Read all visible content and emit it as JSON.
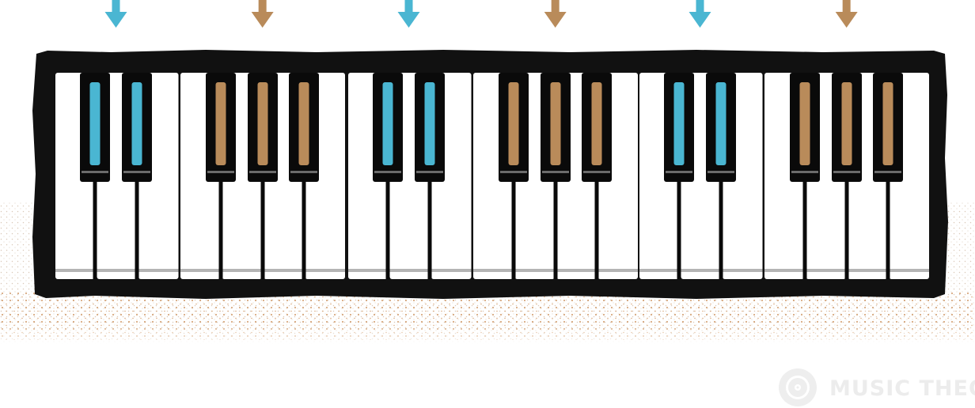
{
  "colors": {
    "background": "#ffffff",
    "keyboard_frame": "#111111",
    "white_key": "#ffffff",
    "white_key_shadow": "#b4b4b4",
    "black_key": "#0a0a0a",
    "accent_blue": "#4ab6d2",
    "accent_brown": "#b98b5a",
    "speckle": "#c8884e"
  },
  "keyboard": {
    "white_key_count": 21,
    "black_keys": [
      {
        "group": 1,
        "color": "blue"
      },
      {
        "group": 1,
        "color": "blue"
      },
      {
        "group": 2,
        "color": "brown"
      },
      {
        "group": 2,
        "color": "brown"
      },
      {
        "group": 2,
        "color": "brown"
      },
      {
        "group": 3,
        "color": "blue"
      },
      {
        "group": 3,
        "color": "blue"
      },
      {
        "group": 4,
        "color": "brown"
      },
      {
        "group": 4,
        "color": "brown"
      },
      {
        "group": 4,
        "color": "brown"
      },
      {
        "group": 5,
        "color": "blue"
      },
      {
        "group": 5,
        "color": "blue"
      },
      {
        "group": 6,
        "color": "brown"
      },
      {
        "group": 6,
        "color": "brown"
      },
      {
        "group": 6,
        "color": "brown"
      }
    ]
  },
  "arrows": [
    {
      "color": "blue",
      "group": 1,
      "icon": "down-arrow-icon"
    },
    {
      "color": "brown",
      "group": 2,
      "icon": "down-arrow-icon"
    },
    {
      "color": "blue",
      "group": 3,
      "icon": "down-arrow-icon"
    },
    {
      "color": "brown",
      "group": 4,
      "icon": "down-arrow-icon"
    },
    {
      "color": "blue",
      "group": 5,
      "icon": "down-arrow-icon"
    },
    {
      "color": "brown",
      "group": 6,
      "icon": "down-arrow-icon"
    }
  ],
  "watermark": {
    "text": "MUSIC THEORY",
    "logo": "vinyl-record-icon"
  }
}
